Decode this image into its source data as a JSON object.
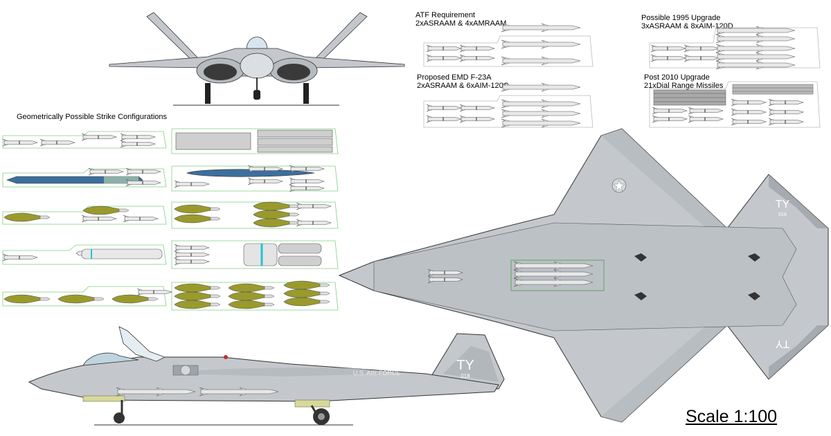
{
  "labels": {
    "strike_heading": "Geometrically Possible Strike Configurations",
    "atf_title": "ATF Requirement",
    "atf_config": "2xASRAAM & 4xAMRAAM",
    "emd_title": "Proposed EMD F-23A",
    "emd_config": "2xASRAAM & 6xAIM-120C",
    "upg1995_title": "Possible 1995 Upgrade",
    "upg1995_config": "3xASRAAM & 8xAIM-120D",
    "upg2010_title": "Post 2010 Upgrade",
    "upg2010_config": "21xDial Range Missiles",
    "scale": "Scale 1:100"
  },
  "markings": {
    "tail_code": "TY",
    "serial": "018",
    "air_force": "U.S. AIR FORCE"
  },
  "colors": {
    "airframe": "#c4c8cc",
    "airframe_dark": "#a6abb0",
    "bay_outline": "#7fcf7f",
    "missile": "#e6e6e6",
    "blue_weapon": "#3d6f9e",
    "olive_bomb": "#9a9a2c",
    "cyan_band": "#1fc4d4"
  }
}
